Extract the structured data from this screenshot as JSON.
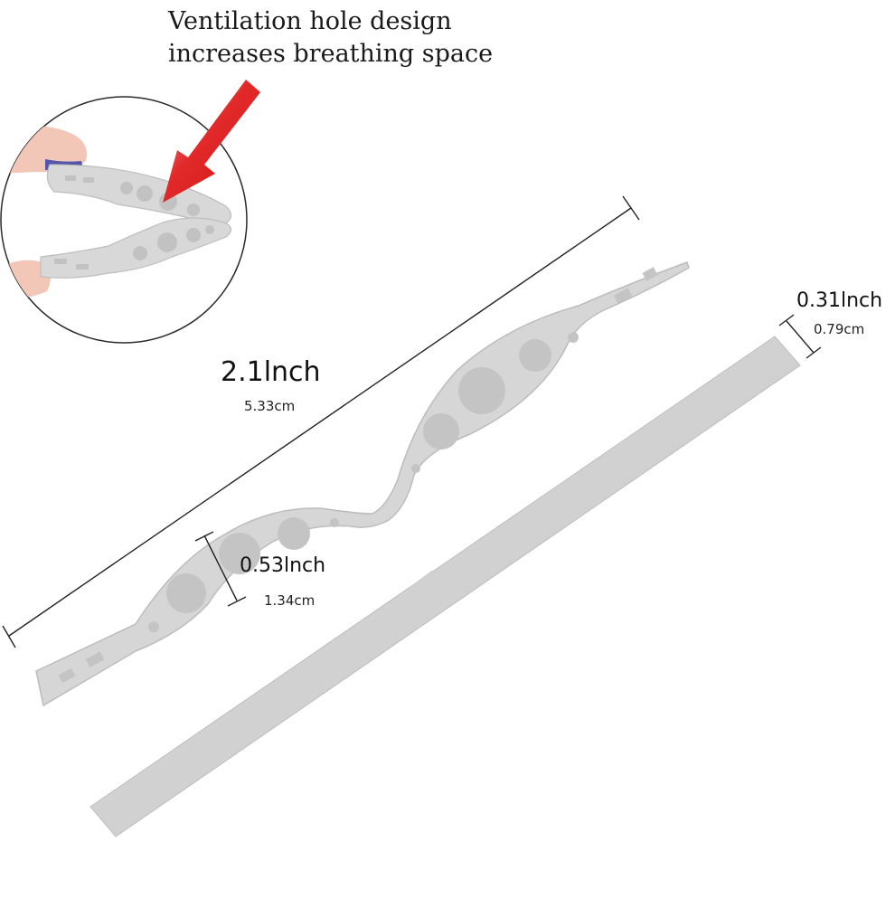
{
  "headline": {
    "line1": "Ventilation hole design",
    "line2": "increases breathing space"
  },
  "length_label": {
    "inch": "2.1lnch",
    "cm": "5.33cm"
  },
  "width_label": {
    "inch": "0.53lnch",
    "cm": "1.34cm"
  },
  "band_label": {
    "inch": "0.31lnch",
    "cm": "0.79cm"
  },
  "colors": {
    "part": "#d6d6d6",
    "part_edge": "#b9b9b9",
    "hole": "#c4c4c4",
    "arrow": "#e0191b",
    "dimension_line": "#222222"
  },
  "icons": [
    "red-arrow-icon",
    "magnifier-circle"
  ]
}
